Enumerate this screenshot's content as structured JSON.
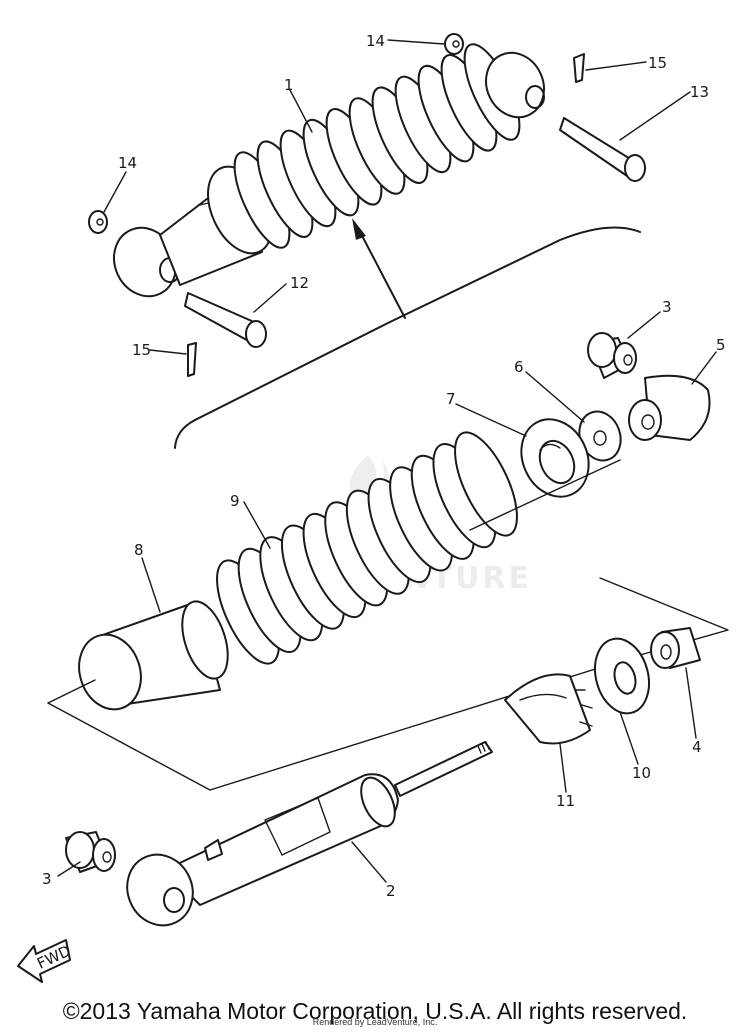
{
  "diagram": {
    "callouts": {
      "c1": "1",
      "c2": "2",
      "c3a": "3",
      "c3b": "3",
      "c4": "4",
      "c5": "5",
      "c6": "6",
      "c7": "7",
      "c8": "8",
      "c9": "9",
      "c10": "10",
      "c11": "11",
      "c12": "12",
      "c13": "13",
      "c14a": "14",
      "c14b": "14",
      "c15a": "15",
      "c15b": "15"
    },
    "fwd_label": "FWD",
    "watermark": "ENTURE"
  },
  "footer": {
    "copyright": "©2013 Yamaha Motor Corporation, U.S.A. All rights reserved.",
    "rendered_by": "Rendered by LeadVenture, Inc."
  }
}
